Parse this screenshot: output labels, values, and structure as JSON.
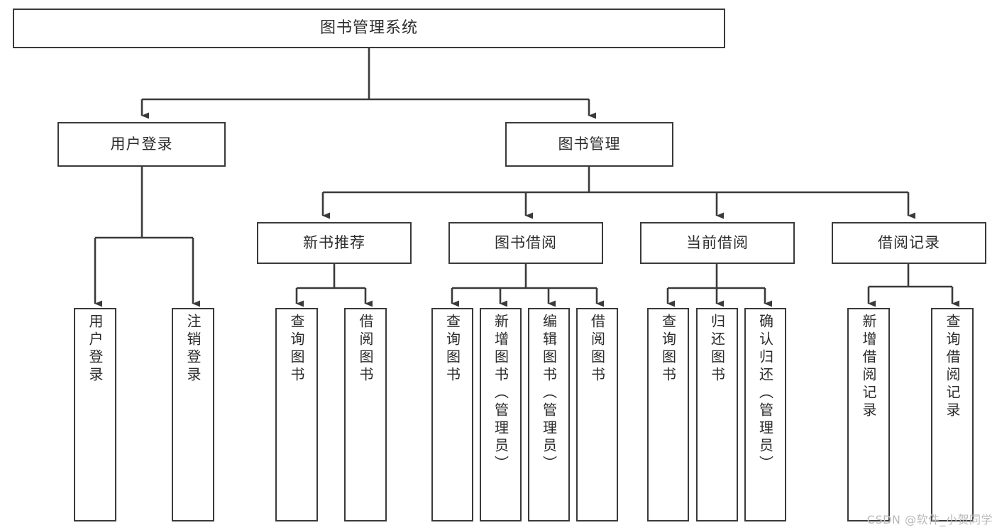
{
  "diagram": {
    "type": "tree",
    "title": "图书管理系统",
    "style": {
      "box_border_color": "#3a3a3a",
      "box_fill_color": "#ffffff",
      "line_color": "#3a3a3a",
      "text_color": "#2b2b2b",
      "background": "#ffffff"
    },
    "root": {
      "label": "图书管理系统"
    },
    "level2": [
      {
        "id": "user-login",
        "label": "用户登录"
      },
      {
        "id": "book-manage",
        "label": "图书管理"
      }
    ],
    "level3": [
      {
        "id": "new-book-recommend",
        "label": "新书推荐",
        "parent": "book-manage"
      },
      {
        "id": "book-borrow",
        "label": "图书借阅",
        "parent": "book-manage"
      },
      {
        "id": "current-borrow",
        "label": "当前借阅",
        "parent": "book-manage"
      },
      {
        "id": "borrow-record",
        "label": "借阅记录",
        "parent": "book-manage"
      }
    ],
    "leaves": [
      {
        "id": "leaf-user-login",
        "label": "用户登录",
        "parent": "user-login"
      },
      {
        "id": "leaf-user-logout",
        "label": "注销登录",
        "parent": "user-login"
      },
      {
        "id": "leaf-query-book-1",
        "label": "查询图书",
        "parent": "new-book-recommend"
      },
      {
        "id": "leaf-borrow-book-1",
        "label": "借阅图书",
        "parent": "new-book-recommend"
      },
      {
        "id": "leaf-query-book-2",
        "label": "查询图书",
        "parent": "book-borrow"
      },
      {
        "id": "leaf-add-book",
        "label": "新增图书（管理员）",
        "parent": "book-borrow"
      },
      {
        "id": "leaf-edit-book",
        "label": "编辑图书（管理员）",
        "parent": "book-borrow"
      },
      {
        "id": "leaf-borrow-book-2",
        "label": "借阅图书",
        "parent": "book-borrow"
      },
      {
        "id": "leaf-query-book-3",
        "label": "查询图书",
        "parent": "current-borrow"
      },
      {
        "id": "leaf-return-book",
        "label": "归还图书",
        "parent": "current-borrow"
      },
      {
        "id": "leaf-confirm-return",
        "label": "确认归还（管理员）",
        "parent": "current-borrow"
      },
      {
        "id": "leaf-add-record",
        "label": "新增借阅记录",
        "parent": "borrow-record"
      },
      {
        "id": "leaf-query-record",
        "label": "查询借阅记录",
        "parent": "borrow-record"
      }
    ],
    "watermark": "CSDN @软件_小贺同学"
  }
}
